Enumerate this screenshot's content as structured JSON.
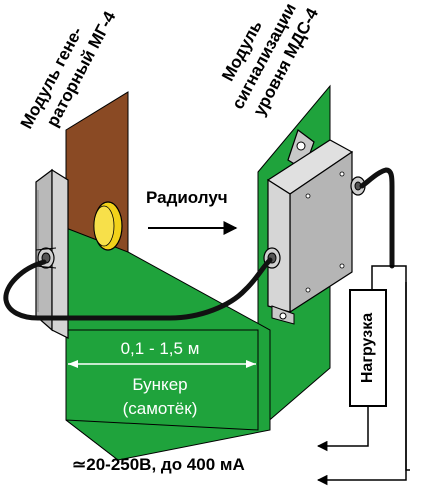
{
  "labels": {
    "generator_line1": "Модуль гене-",
    "generator_line2": "раторный МГ-4",
    "signal_line1": "Модуль",
    "signal_line2": "сигнализации",
    "signal_line3": "уровня МДС-4",
    "beam": "Радиолуч",
    "distance": "0,1 - 1,5 м",
    "bunker_line1": "Бункер",
    "bunker_line2": "(самотёк)",
    "load": "Нагрузка",
    "supply": "≃20-250В, до 400 мА"
  },
  "colors": {
    "green": "#1fa33c",
    "brown": "#8a4a24",
    "module_gray": "#d2d2d2",
    "lens_yellow": "#f2d21a",
    "cable": "#111111"
  }
}
